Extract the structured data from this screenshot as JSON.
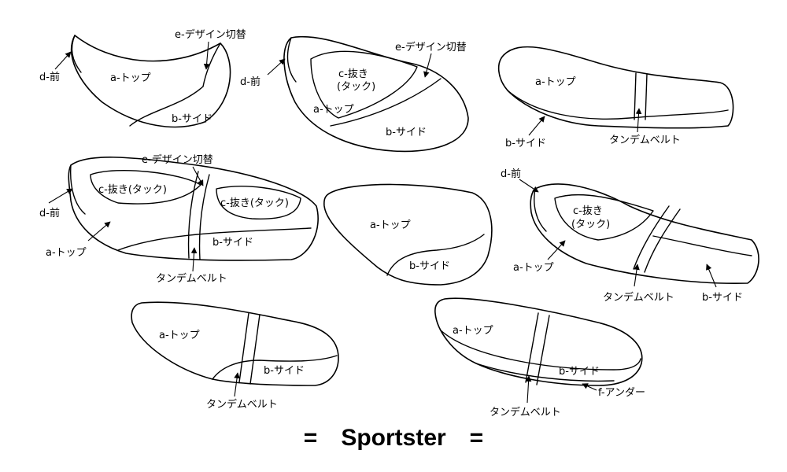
{
  "title": "=　Sportster　=",
  "labels": {
    "top": "a-トップ",
    "side": "b-サイド",
    "tuck": "c-抜き(タック)",
    "tuck_l1": "c-抜き",
    "tuck_l2": "(タック)",
    "front": "d-前",
    "design": "e-デザイン切替",
    "under": "f-アンダー",
    "belt": "タンデムベルト"
  }
}
